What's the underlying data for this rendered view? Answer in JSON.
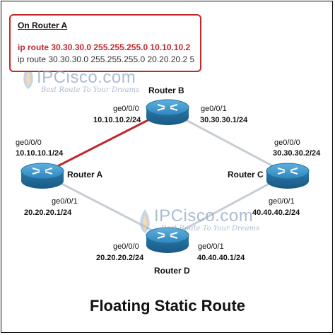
{
  "config": {
    "title": "On Router A",
    "primary_route": "ip route 30.30.30.0 255.255.255.0 10.10.10.2",
    "floating_route": "ip route 30.30.30.0 255.255.255.0 20.20.20.2 5"
  },
  "watermark": {
    "brand": "IPCisco.com",
    "tagline": "Best Route To Your Dreams"
  },
  "routers": {
    "a": {
      "name": "Router A"
    },
    "b": {
      "name": "Router B"
    },
    "c": {
      "name": "Router C"
    },
    "d": {
      "name": "Router D"
    }
  },
  "interfaces": {
    "a_ge000": {
      "port": "ge0/0/0",
      "ip": "10.10.10.1/24"
    },
    "a_ge001": {
      "port": "ge0/0/1",
      "ip": "20.20.20.1/24"
    },
    "b_ge000": {
      "port": "ge0/0/0",
      "ip": "10.10.10.2/24"
    },
    "b_ge001": {
      "port": "ge0/0/1",
      "ip": "30.30.30.1/24"
    },
    "c_ge000": {
      "port": "ge0/0/0",
      "ip": "30.30.30.2/24"
    },
    "c_ge001": {
      "port": "ge0/0/1",
      "ip": "40.40.40.2/24"
    },
    "d_ge000": {
      "port": "ge0/0/0",
      "ip": "20.20.20.2/24"
    },
    "d_ge001": {
      "port": "ge0/0/1",
      "ip": "40.40.40.1/24"
    }
  },
  "colors": {
    "primary_link": "#c0282d",
    "backup_link": "#c8ced6",
    "router_body": "#2d7fb3"
  },
  "title": "Floating Static Route"
}
